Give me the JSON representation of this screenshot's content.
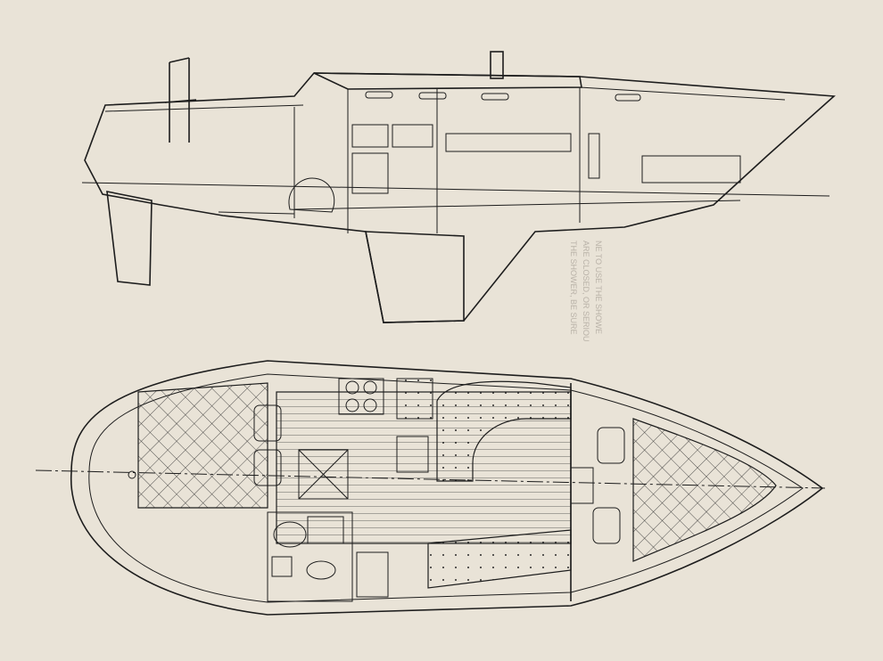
{
  "page": {
    "background": "#e9e3d7",
    "ink_color": "#1d1d1d",
    "bleed_color": "#b9b2a8"
  },
  "drawings": {
    "profile_view": "inboard-profile",
    "plan_view": "accommodation-plan"
  },
  "bleed_through_text": [
    "THE SHOWER, BE SURE",
    "ARE CLOSED, OR SERIOU",
    "NE TO USE THE SHOWE"
  ]
}
